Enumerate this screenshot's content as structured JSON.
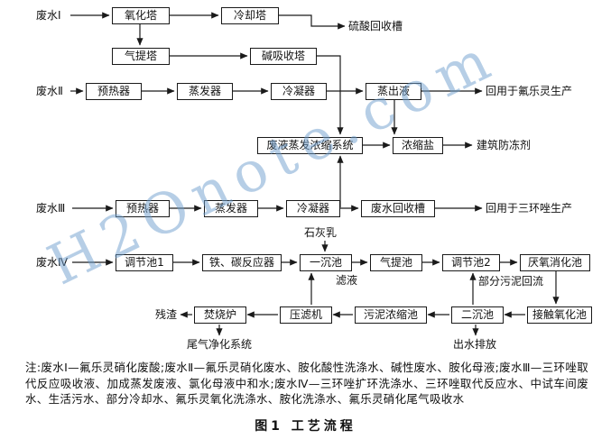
{
  "figure": {
    "caption": "图1  工艺流程",
    "note": "注:废水Ⅰ—氟乐灵硝化废酸;废水Ⅱ—氟乐灵硝化废水、胺化酸性洗涤水、碱性废水、胺化母液;废水Ⅲ—三环唑取代反应吸收液、加成蒸发废液、氯化母液中和水;废水Ⅳ—三环唑扩环洗涤水、三环唑取代反应水、中试车间废水、生活污水、部分冷却水、氟乐灵氧化洗涤水、胺化洗涤水、氟乐灵硝化尾气吸收水",
    "watermark": "H2Onote.com"
  },
  "nodes": {
    "wastewater1": "废水Ⅰ",
    "oxidation_tower": "氧化塔",
    "cooling_tower": "冷却塔",
    "sulfuric_acid_recovery": "硫酸回收槽",
    "stripping_tower": "气提塔",
    "alkali_absorption_tower": "碱吸收塔",
    "wastewater2": "废水Ⅱ",
    "preheater1": "预热器",
    "evaporator1": "蒸发器",
    "condenser1": "冷凝器",
    "distillate": "蒸出液",
    "reuse_trifluralin": "回用于氟乐灵生产",
    "evap_concentration_system": "废液蒸发浓缩系统",
    "concentrated_salt": "浓缩盐",
    "building_antifreeze": "建筑防冻剂",
    "wastewater3": "废水Ⅲ",
    "preheater2": "预热器",
    "evaporator2": "蒸发器",
    "condenser2": "冷凝器",
    "wastewater_recovery_tank": "废水回收槽",
    "reuse_tricyclazole": "回用于三环唑生产",
    "wastewater4": "废水Ⅳ",
    "regulating_tank1": "调节池1",
    "iron_carbon_reactor": "铁、碳反应器",
    "primary_clarifier": "一沉池",
    "gas_stripping_tank": "气提池",
    "regulating_tank2": "调节池2",
    "anaerobic_digester": "厌氧消化池",
    "lime_milk": "石灰乳",
    "filtrate": "滤液",
    "partial_sludge_return": "部分污泥回流",
    "residue": "残渣",
    "incinerator": "焚烧炉",
    "filter_press": "压滤机",
    "sludge_thickener": "污泥浓缩池",
    "secondary_clarifier": "二沉池",
    "contact_oxidation_tank": "接触氧化池",
    "tail_gas_purification": "尾气净化系统",
    "effluent_discharge": "出水排放"
  },
  "colors": {
    "line": "#1a1a1a",
    "watermark": "#6f9fce",
    "text": "#111111"
  }
}
